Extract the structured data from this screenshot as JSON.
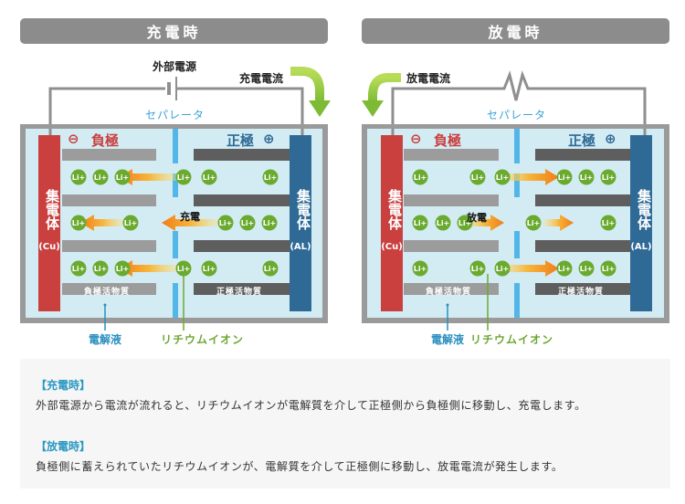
{
  "panels": {
    "charge": {
      "title": "充電時",
      "external_label": "外部電源",
      "current_label": "充電電流",
      "separator_label": "セパレータ",
      "negative_label": "負極",
      "positive_label": "正極",
      "negative_collector": {
        "label": "集電体",
        "material": "(Cu)"
      },
      "positive_collector": {
        "label": "集電体",
        "material": "(AL)"
      },
      "negative_material_label": "負極活物質",
      "positive_material_label": "正極活物質",
      "process_label": "充電",
      "electrolyte_label": "電解液",
      "lithium_ion_label": "リチウムイオン",
      "ion_symbol": "Li+",
      "direction": "positive-to-negative"
    },
    "discharge": {
      "title": "放電時",
      "current_label": "放電電流",
      "separator_label": "セパレータ",
      "negative_label": "負極",
      "positive_label": "正極",
      "negative_collector": {
        "label": "集電体",
        "material": "(Cu)"
      },
      "positive_collector": {
        "label": "集電体",
        "material": "(AL)"
      },
      "negative_material_label": "負極活物質",
      "positive_material_label": "正極活物質",
      "process_label": "放電",
      "electrolyte_label": "電解液",
      "lithium_ion_label": "リチウムイオン",
      "ion_symbol": "Li+",
      "direction": "negative-to-positive"
    }
  },
  "icons": {
    "minus": "⊖",
    "plus": "⊕"
  },
  "colors": {
    "header_bg": "#8c8c8c",
    "negative_red": "#c9403f",
    "positive_blue": "#2f6a96",
    "separator_blue": "#52b7e8",
    "electrolyte_bg": "#d3ecf4",
    "ion_green": "#6aaa2e",
    "arrow_orange": "#f08a1c",
    "current_arrow_green": "#8cc63f"
  },
  "description": {
    "charge_heading": "【充電時】",
    "charge_text": "外部電源から電流が流れると、リチウムイオンが電解質を介して正極側から負極側に移動し、充電します。",
    "discharge_heading": "【放電時】",
    "discharge_text": "負極側に蓄えられていたリチウムイオンが、電解質を介して正極側に移動し、放電電流が発生します。"
  }
}
